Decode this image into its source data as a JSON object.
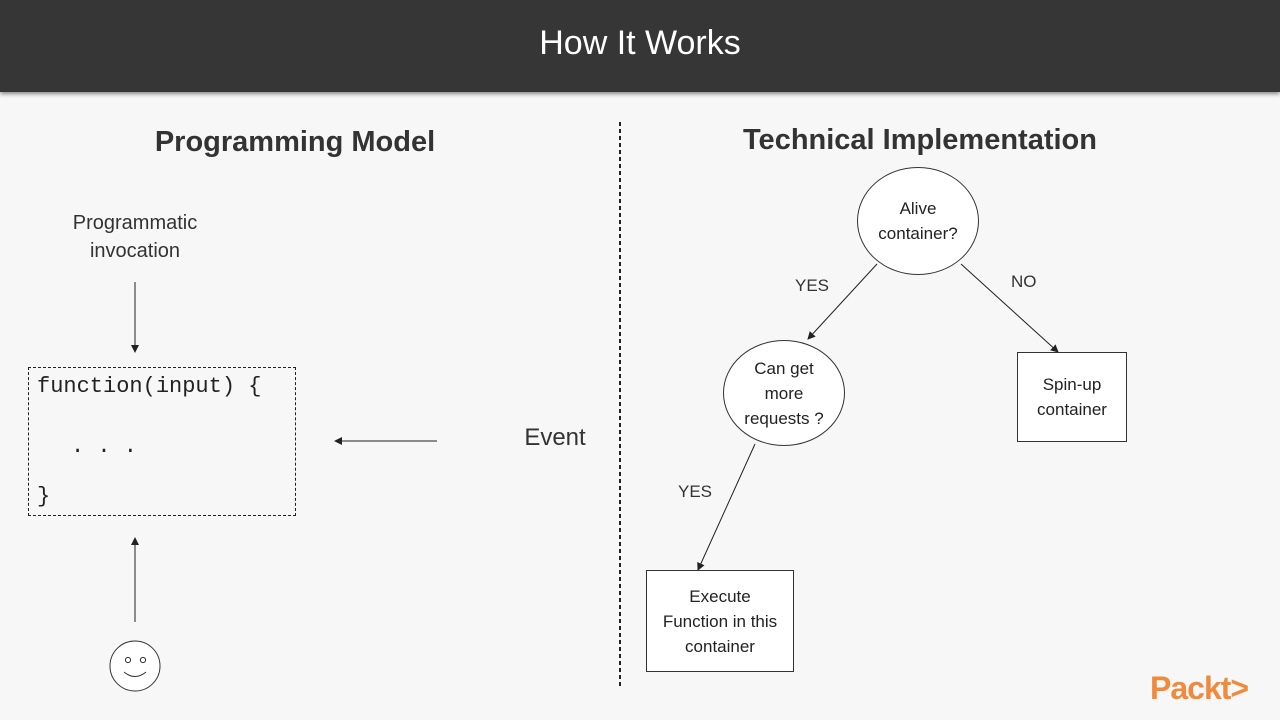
{
  "slide": {
    "title": "How It Works"
  },
  "left": {
    "heading": "Programming Model",
    "invocation_line1": "Programmatic",
    "invocation_line2": "invocation",
    "code": {
      "line1": "function(input) {",
      "line2": ". . .",
      "line3": "}"
    },
    "event_label": "Event",
    "user_icon": "smiley-face-icon"
  },
  "right": {
    "heading": "Technical Implementation",
    "alive": {
      "line1": "Alive",
      "line2": "container?"
    },
    "can_get": {
      "line1": "Can get",
      "line2": "more",
      "line3": "requests ?"
    },
    "spin_up": {
      "line1": "Spin-up",
      "line2": "container"
    },
    "execute": {
      "line1": "Execute",
      "line2": "Function in this",
      "line3": "container"
    },
    "yes_label_1": "YES",
    "no_label": "NO",
    "yes_label_2": "YES"
  },
  "brand": {
    "logo_text": "Packt>",
    "color": "#f08a3c"
  },
  "colors": {
    "title_bar": "#363636",
    "background": "#f7f7f7"
  }
}
